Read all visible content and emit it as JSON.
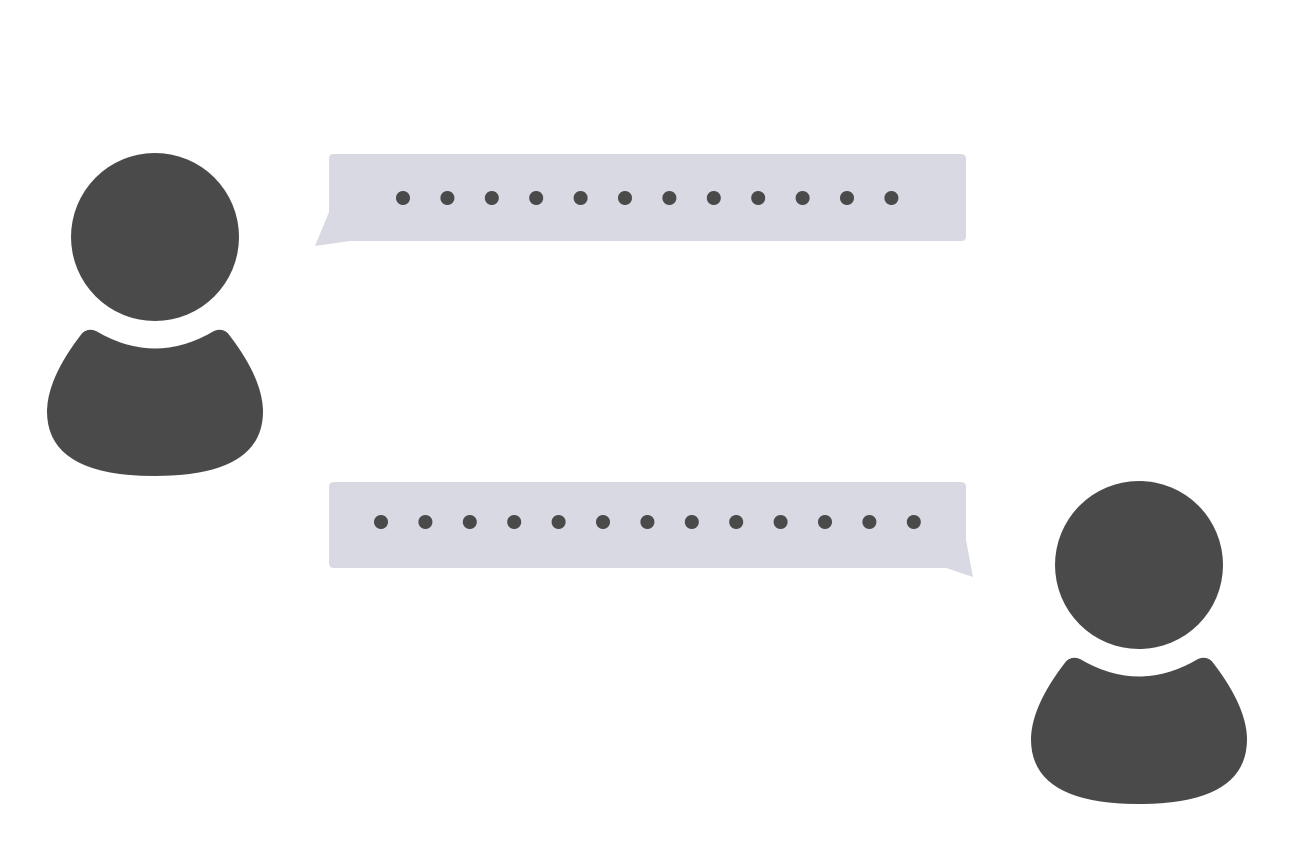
{
  "colors": {
    "background": "#ffffff",
    "person": "#4a4a4a",
    "bubble": "#d9d9e3",
    "dot": "#4a4a4a"
  },
  "participants": [
    {
      "id": "left-person",
      "icon": "person-icon"
    },
    {
      "id": "right-person",
      "icon": "person-icon"
    }
  ],
  "messages": [
    {
      "from": "left-person",
      "tail": "bottom-left",
      "dot_count": 12
    },
    {
      "from": "right-person",
      "tail": "bottom-right",
      "dot_count": 13
    }
  ]
}
